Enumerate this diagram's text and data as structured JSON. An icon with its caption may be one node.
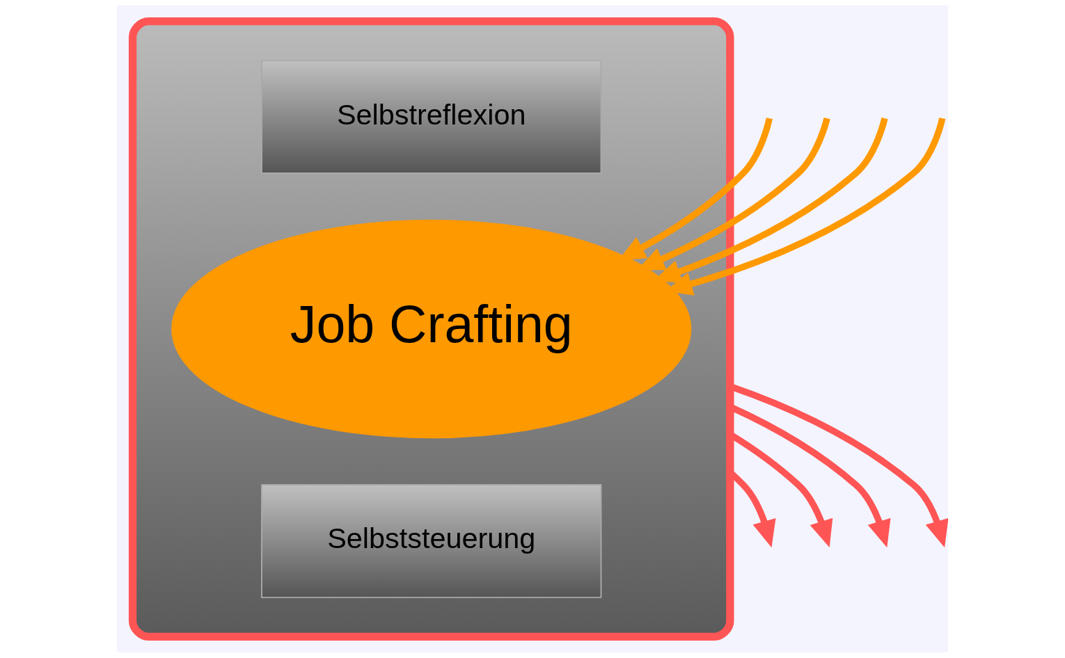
{
  "diagram": {
    "nodes": [
      {
        "text": [],
        "shape": "ellipse"
      },
      {
        "text": [
          "Selbstreflexion"
        ],
        "in": 0
      },
      {
        "text": [
          "Job Crafting"
        ],
        "in": 0
      },
      {
        "text": [
          "Selbststeuerung"
        ],
        "in": 0
      }
    ],
    "edges": [
      {
        "from": 0,
        "to": null,
        "arrow": "to",
        "color": "#ff5555"
      },
      {
        "from": null,
        "to": 2,
        "arrow": "to",
        "color": "#ff9900"
      },
      {
        "from": null,
        "to": 2,
        "arrow": "to",
        "color": "#ff9900"
      },
      {
        "from": 0,
        "to": null,
        "arrow": "to",
        "color": "#ff5555"
      },
      {
        "from": null,
        "to": 2,
        "arrow": "to",
        "color": "#ff9900"
      },
      {
        "from": 0,
        "to": null,
        "arrow": "to",
        "color": "#ff5555"
      },
      {
        "from": null,
        "to": 2,
        "arrow": "to",
        "color": "#ff9900"
      },
      {
        "from": 0,
        "to": null,
        "arrow": "to",
        "color": "#ff5555"
      }
    ]
  }
}
